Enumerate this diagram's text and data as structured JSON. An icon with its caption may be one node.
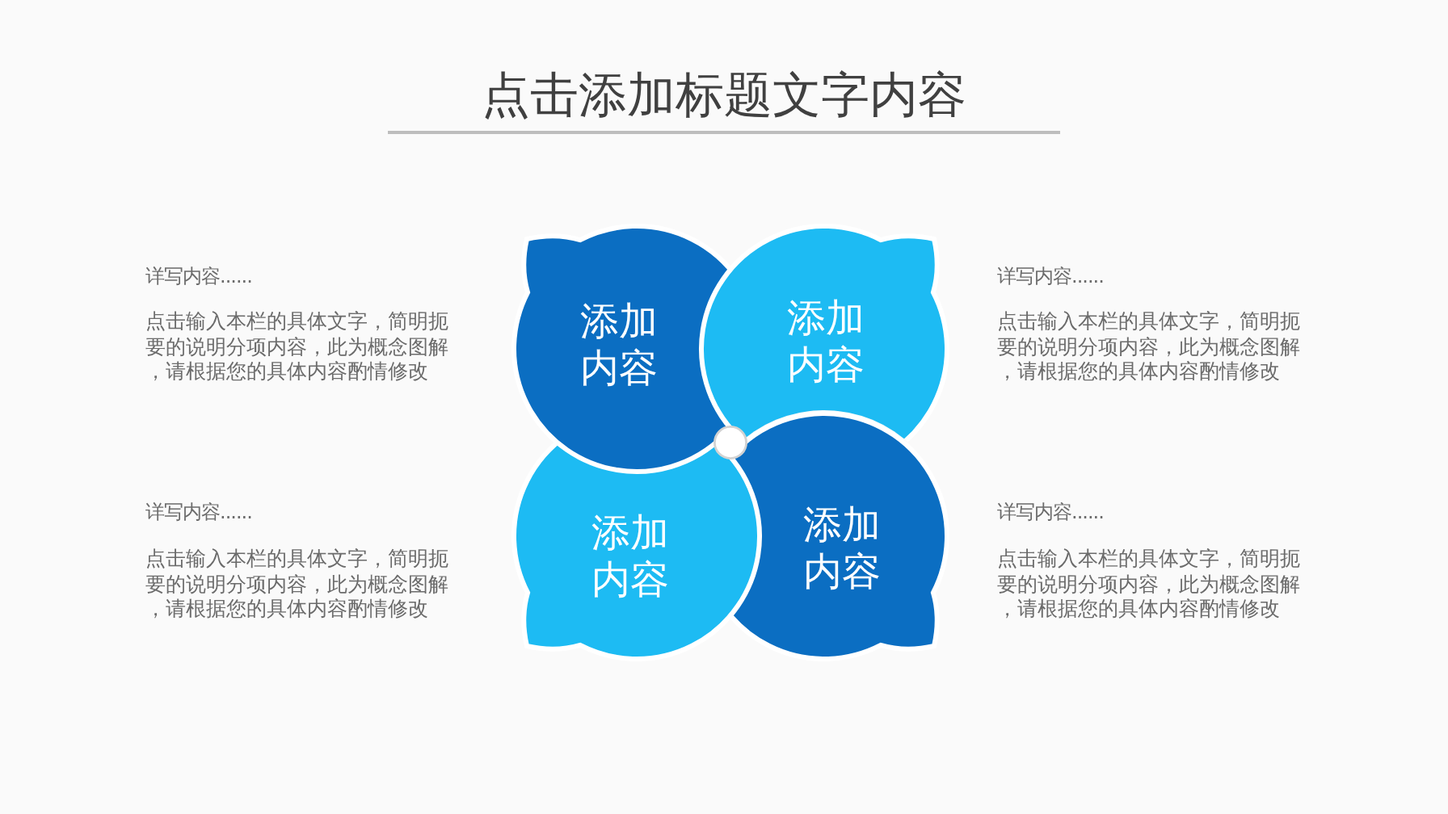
{
  "diagram": {
    "title": "点击添加标题文字内容",
    "nodes": [
      {
        "text": [
          "添加内容"
        ]
      },
      {
        "text": [
          "添加内容"
        ]
      },
      {
        "text": [
          "添加内容"
        ]
      },
      {
        "text": [
          "添加内容"
        ]
      }
    ],
    "labels": [
      "详写内容......",
      "点击输入本栏的具体文字，简明扼要的说明分项内容，此为概念图解，请根据您的具体内容酌情修改",
      "详写内容......",
      "点击输入本栏的具体文字，简明扼要的说明分项内容，此为概念图解，请根据您的具体内容酌情修改",
      "详写内容......",
      "点击输入本栏的具体文字，简明扼要的说明分项内容，此为概念图解，请根据您的具体内容酌情修改",
      "详写内容......",
      "点击输入本栏的具体文字，简明扼要的说明分项内容，此为概念图解，请根据您的具体内容酌情修改"
    ]
  }
}
